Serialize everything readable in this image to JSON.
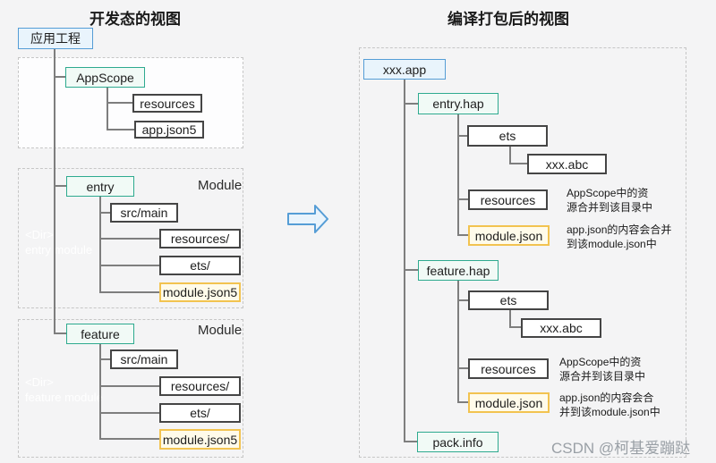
{
  "titles": {
    "dev": "开发态的视图",
    "packaged": "编译打包后的视图"
  },
  "dev_view": {
    "root": "应用工程",
    "appscope": {
      "label": "AppScope",
      "children": [
        "resources",
        "app.json5"
      ]
    },
    "entry_module": {
      "label": "entry",
      "tag": "Module",
      "ghost": [
        "<Dir>",
        "entry module"
      ],
      "children": [
        "src/main",
        "resources/",
        "ets/",
        "module.json5"
      ]
    },
    "feature_module": {
      "label": "feature",
      "tag": "Module",
      "ghost": [
        "<Dir>",
        "feature module"
      ],
      "children": [
        "src/main",
        "resources/",
        "ets/",
        "module.json5"
      ]
    }
  },
  "packaged_view": {
    "root": "xxx.app",
    "entry_hap": {
      "label": "entry.hap",
      "ets": "ets",
      "abc": "xxx.abc",
      "resources": "resources",
      "resources_note": [
        "AppScope中的资",
        "源合并到该目录中"
      ],
      "module_json": "module.json",
      "module_note": [
        "app.json的内容会合并",
        "到该module.json中"
      ]
    },
    "feature_hap": {
      "label": "feature.hap",
      "ets": "ets",
      "abc": "xxx.abc",
      "resources": "resources",
      "resources_note": [
        "AppScope中的资",
        "源合并到该目录中"
      ],
      "module_json": "module.json",
      "module_note": [
        "app.json的内容会合",
        "并到该module.json中"
      ]
    },
    "pack_info": "pack.info"
  },
  "watermark": "CSDN @柯基爱蹦跶",
  "colors": {
    "blue_border": "#559dd6",
    "teal_border": "#2eaa8f",
    "yellow_border": "#f2c350",
    "dark_border": "#454545",
    "line": "#7e7e7e",
    "background": "#f4f4f5"
  }
}
